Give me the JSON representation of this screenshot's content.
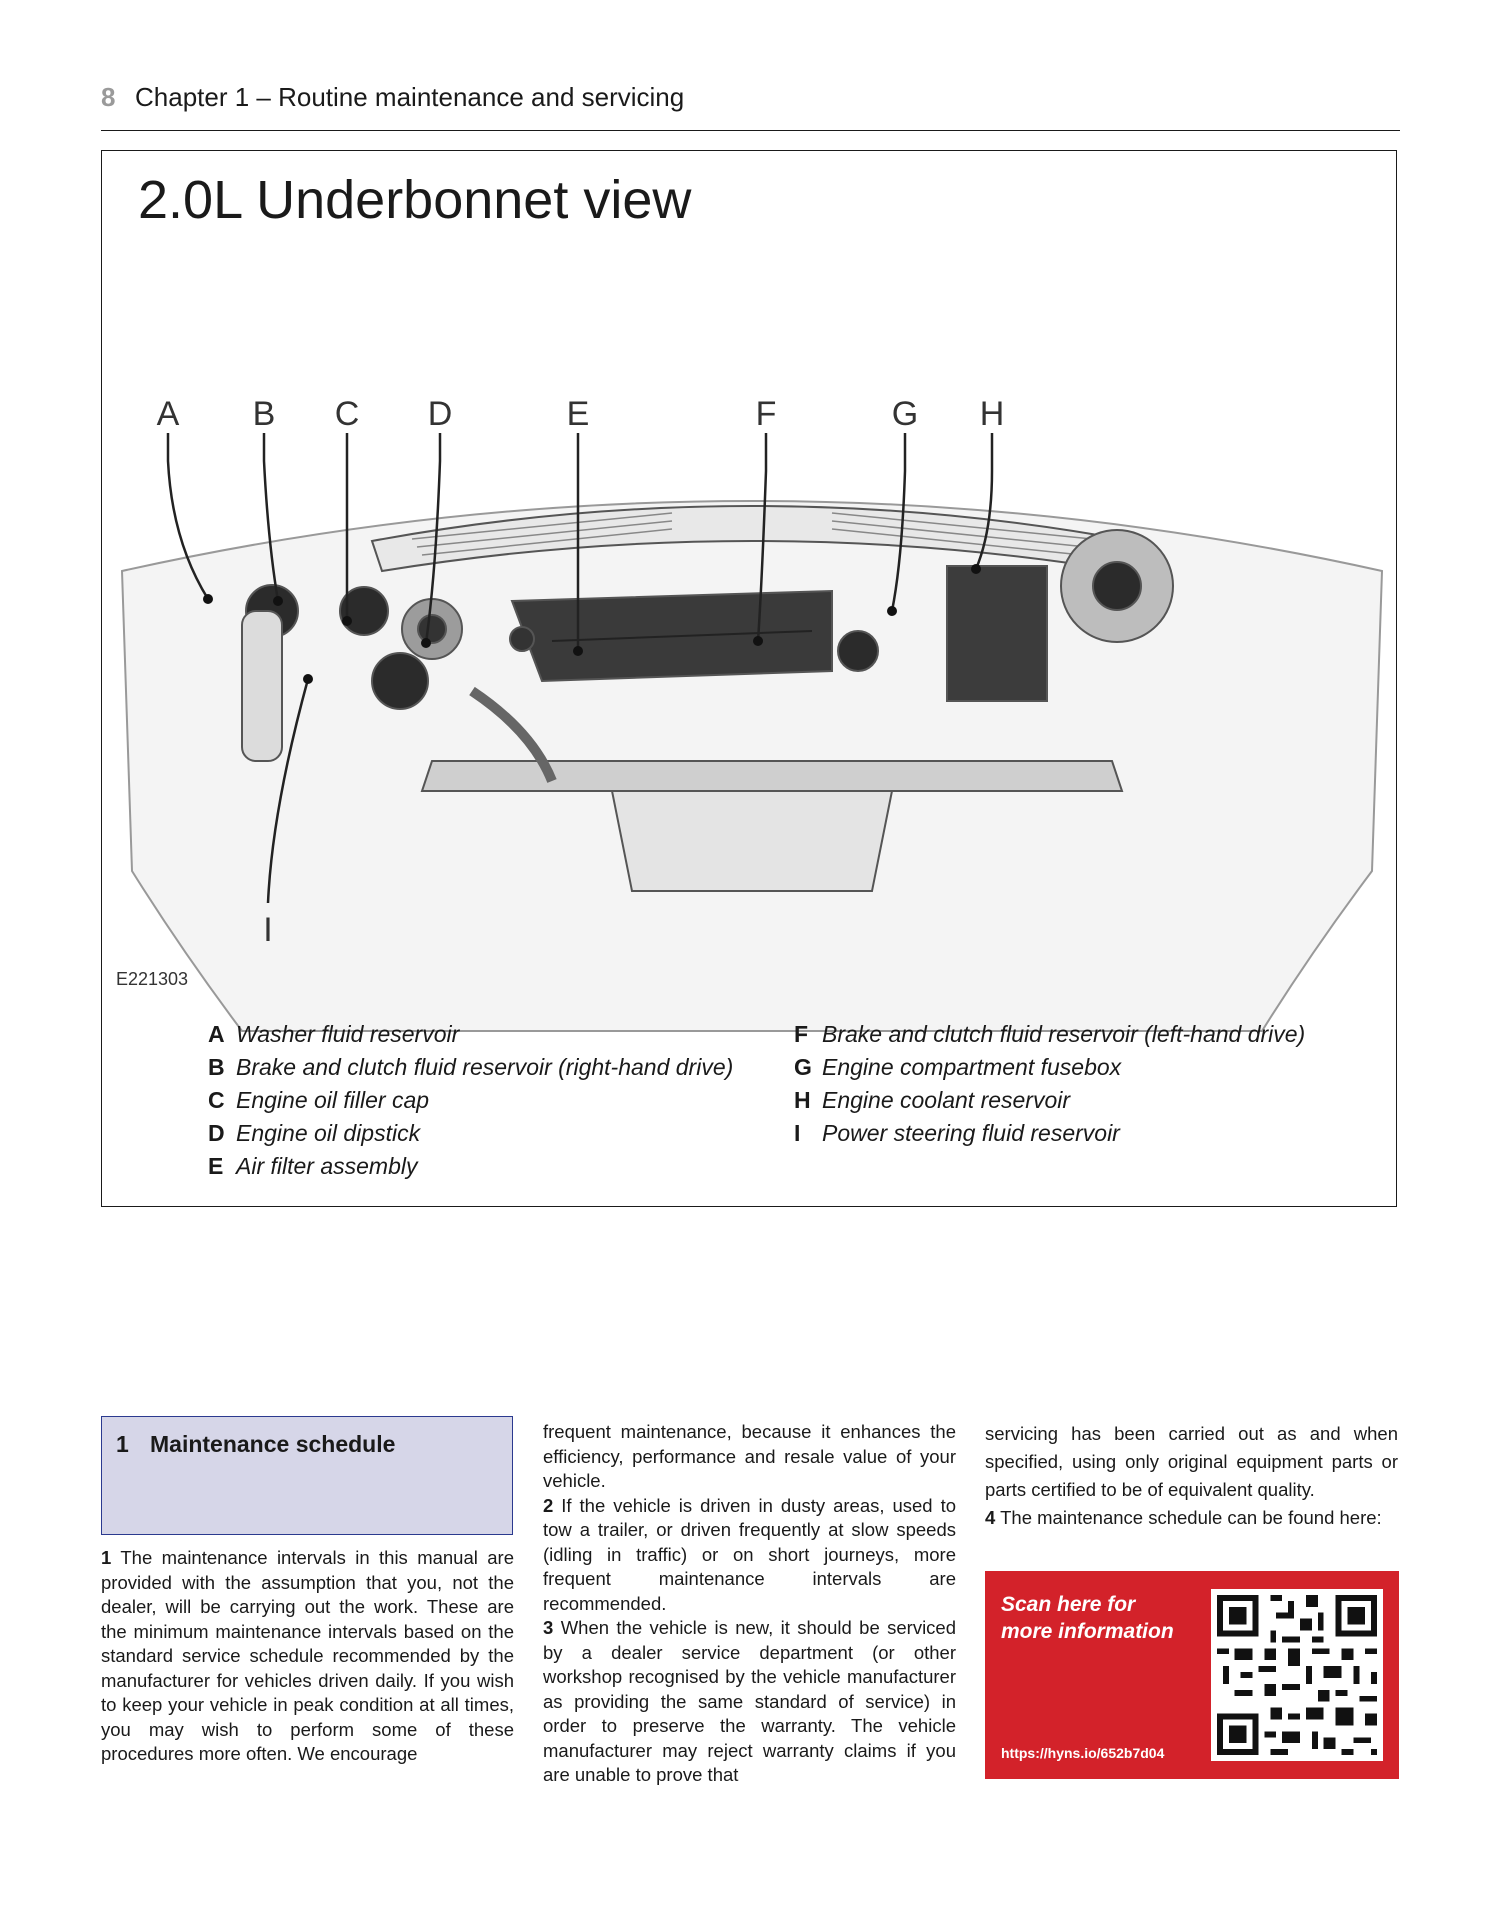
{
  "header": {
    "page_number": "8",
    "chapter_title": "Chapter 1 – Routine maintenance and servicing"
  },
  "figure": {
    "title": "2.0L Underbonnet view",
    "reference_code": "E221303",
    "callout_letters": [
      "A",
      "B",
      "C",
      "D",
      "E",
      "F",
      "G",
      "H",
      "I"
    ],
    "legend_left": [
      {
        "key": "A",
        "label": "Washer fluid reservoir"
      },
      {
        "key": "B",
        "label": "Brake and clutch fluid reservoir (right-hand drive)"
      },
      {
        "key": "C",
        "label": "Engine oil filler cap"
      },
      {
        "key": "D",
        "label": "Engine oil dipstick"
      },
      {
        "key": "E",
        "label": "Air filter assembly"
      }
    ],
    "legend_right": [
      {
        "key": "F",
        "label": "Brake and clutch fluid reservoir (left-hand drive)"
      },
      {
        "key": "G",
        "label": "Engine compartment fusebox"
      },
      {
        "key": "H",
        "label": "Engine coolant reservoir"
      },
      {
        "key": "I",
        "label": "Power steering fluid reservoir"
      }
    ]
  },
  "section": {
    "number": "1",
    "title": "Maintenance schedule",
    "paragraphs": [
      {
        "num": "1",
        "text": "The maintenance intervals in this manual are provided with the assumption that you, not the dealer, will be carrying out the work. These are the minimum maintenance intervals based on the standard service schedule recommended by the manufacturer for vehicles driven daily. If you wish to keep your vehicle in peak condition at all times, you may wish to perform some of these procedures more often. We encourage"
      },
      {
        "num": "",
        "text": "frequent maintenance, because it enhances the efficiency, performance and resale value of your vehicle."
      },
      {
        "num": "2",
        "text": "If the vehicle is driven in dusty areas, used to tow a trailer, or driven frequently at slow speeds (idling in traffic) or on short journeys, more frequent maintenance intervals are recommended."
      },
      {
        "num": "3",
        "text": "When the vehicle is new, it should be serviced by a dealer service department (or other workshop recognised by the vehicle manufacturer as providing the same standard of service) in order to preserve the warranty. The vehicle manufacturer may reject warranty claims if you are unable to prove that"
      },
      {
        "num": "",
        "text": "servicing has been carried out as and when specified, using only original equipment parts or parts certified to be of equivalent quality."
      },
      {
        "num": "4",
        "text": "The maintenance schedule can be found here:"
      }
    ]
  },
  "qr_panel": {
    "text": "Scan here for more information",
    "url": "https://hyns.io/652b7d04",
    "accent_color": "#d3222a"
  }
}
